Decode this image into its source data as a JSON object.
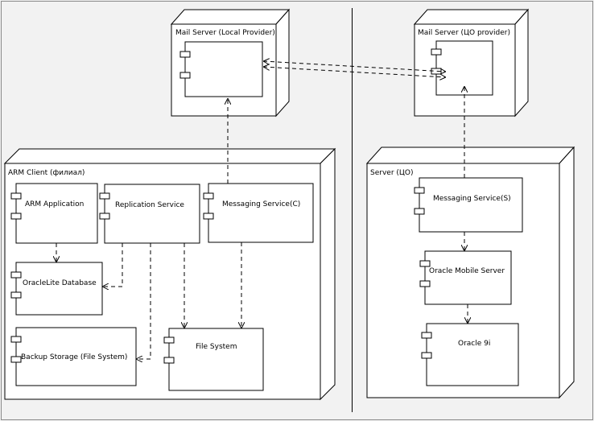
{
  "colors": {
    "background": "#f0f0f0",
    "line": "#000000",
    "fill": "#ffffff"
  },
  "nodes": {
    "mail_local": "Mail Server (Local Provider)",
    "mail_co": "Mail Server (ЦО provider)",
    "arm_client": "ARM Client (филиал)",
    "server_co": "Server (ЦО)"
  },
  "components": {
    "arm_application": "ARM Application",
    "replication_service": "Replication Service",
    "messaging_service_c": "Messaging Service(C)",
    "oraclelite_database": "OracleLite Database",
    "backup_storage": "Backup Storage (File System)",
    "file_system": "File System",
    "messaging_service_s": "Messaging Service(S)",
    "oracle_mobile_server": "Oracle Mobile Server",
    "oracle_9i": "Oracle 9i"
  }
}
